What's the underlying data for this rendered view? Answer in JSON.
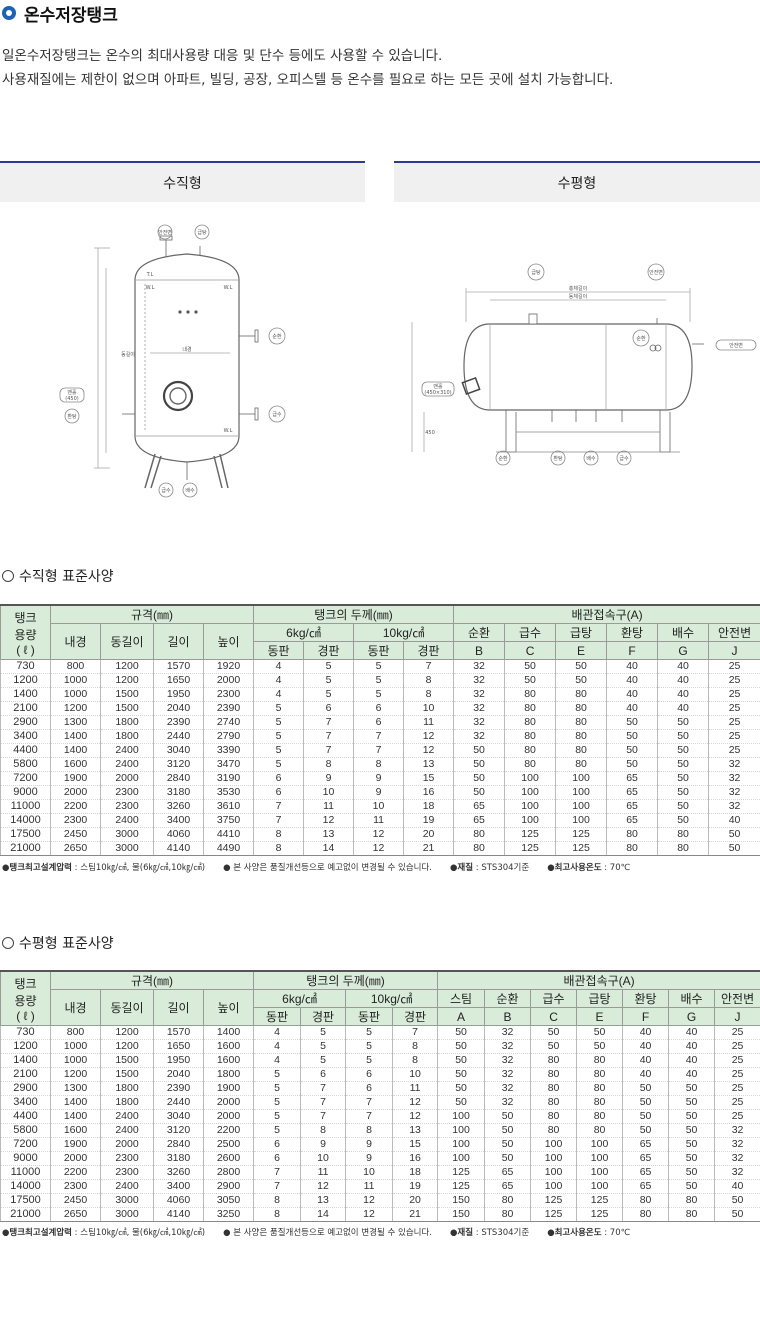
{
  "page": {
    "title": "온수저장탱크",
    "intro": [
      "일온수저장탱크는 온수의 최대사용량 대응 및 단수 등에도 사용할 수 있습니다.",
      "사용재질에는 제한이 없으며 아파트, 빌딩, 공장, 오피스텔 등 온수를 필요로 하는 모든 곳에 설치 가능합니다."
    ]
  },
  "views": {
    "vertical": "수직형",
    "horizontal": "수평형"
  },
  "drawing_labels": {
    "vertical": {
      "top_left": "안전변",
      "top_right": "급탕",
      "side_right_top": "순환",
      "side_right_bottom": "급수",
      "left_manhole": "맨홀",
      "left_manhole_sub": "(450)",
      "left_low": "환탕",
      "bottom_left": "급수",
      "bottom_right": "배수",
      "tl": "T.L",
      "wl": "W.L",
      "diam": "내경",
      "shell": "동길이"
    },
    "horizontal": {
      "top_left": "급탕",
      "top_right": "안전변",
      "right": "안전변",
      "mid": "순환",
      "left_manhole": "맨홀",
      "left_manhole_sub": "(450×310)",
      "bottom_1": "순환",
      "bottom_2": "환탕",
      "bottom_3": "배수",
      "bottom_4": "급수",
      "len_outer": "총체길이",
      "len_inner": "동체길이",
      "leg": "450"
    }
  },
  "vertical_table": {
    "section_title": "수직형 표준사양",
    "headers": {
      "capacity": [
        "탱크",
        "용량",
        "( ℓ )"
      ],
      "spec_group": "규격(㎜)",
      "spec_cols": [
        "내경",
        "동길이",
        "길이",
        "높이"
      ],
      "thick_group": "탱크의 두께(㎜)",
      "thick_6": "6kg/㎠",
      "thick_10": "10kg/㎠",
      "thick_cols": [
        "동판",
        "경판",
        "동판",
        "경판"
      ],
      "pipe_group": "배관접속구(A)",
      "pipe_cols": [
        "순환",
        "급수",
        "급탕",
        "환탕",
        "배수",
        "안전변"
      ],
      "pipe_letters": [
        "B",
        "C",
        "E",
        "F",
        "G",
        "J"
      ]
    },
    "rows": [
      [
        "730",
        "800",
        "1200",
        "1570",
        "1920",
        "4",
        "5",
        "5",
        "7",
        "32",
        "50",
        "50",
        "40",
        "40",
        "25"
      ],
      [
        "1200",
        "1000",
        "1200",
        "1650",
        "2000",
        "4",
        "5",
        "5",
        "8",
        "32",
        "50",
        "50",
        "40",
        "40",
        "25"
      ],
      [
        "1400",
        "1000",
        "1500",
        "1950",
        "2300",
        "4",
        "5",
        "5",
        "8",
        "32",
        "80",
        "80",
        "40",
        "40",
        "25"
      ],
      [
        "2100",
        "1200",
        "1500",
        "2040",
        "2390",
        "5",
        "6",
        "6",
        "10",
        "32",
        "80",
        "80",
        "40",
        "40",
        "25"
      ],
      [
        "2900",
        "1300",
        "1800",
        "2390",
        "2740",
        "5",
        "7",
        "6",
        "11",
        "32",
        "80",
        "80",
        "50",
        "50",
        "25"
      ],
      [
        "3400",
        "1400",
        "1800",
        "2440",
        "2790",
        "5",
        "7",
        "7",
        "12",
        "32",
        "80",
        "80",
        "50",
        "50",
        "25"
      ],
      [
        "4400",
        "1400",
        "2400",
        "3040",
        "3390",
        "5",
        "7",
        "7",
        "12",
        "50",
        "80",
        "80",
        "50",
        "50",
        "25"
      ],
      [
        "5800",
        "1600",
        "2400",
        "3120",
        "3470",
        "5",
        "8",
        "8",
        "13",
        "50",
        "80",
        "80",
        "50",
        "50",
        "32"
      ],
      [
        "7200",
        "1900",
        "2000",
        "2840",
        "3190",
        "6",
        "9",
        "9",
        "15",
        "50",
        "100",
        "100",
        "65",
        "50",
        "32"
      ],
      [
        "9000",
        "2000",
        "2300",
        "3180",
        "3530",
        "6",
        "10",
        "9",
        "16",
        "50",
        "100",
        "100",
        "65",
        "50",
        "32"
      ],
      [
        "11000",
        "2200",
        "2300",
        "3260",
        "3610",
        "7",
        "11",
        "10",
        "18",
        "65",
        "100",
        "100",
        "65",
        "50",
        "32"
      ],
      [
        "14000",
        "2300",
        "2400",
        "3400",
        "3750",
        "7",
        "12",
        "11",
        "19",
        "65",
        "100",
        "100",
        "65",
        "50",
        "40"
      ],
      [
        "17500",
        "2450",
        "3000",
        "4060",
        "4410",
        "8",
        "13",
        "12",
        "20",
        "80",
        "125",
        "125",
        "80",
        "80",
        "50"
      ],
      [
        "21000",
        "2650",
        "3000",
        "4140",
        "4490",
        "8",
        "14",
        "12",
        "21",
        "80",
        "125",
        "125",
        "80",
        "80",
        "50"
      ]
    ],
    "notes": {
      "pressure_label": "●탱크최고설계압력",
      "pressure_value": " : 스팀10㎏/㎠, 물(6㎏/㎠,10㎏/㎠)",
      "change": "● 본 사양은 품질개선등으로 예고없이 변경될 수 있습니다.",
      "material_label": "●재질",
      "material_value": " : STS304기준",
      "temp_label": "●최고사용온도",
      "temp_value": " : 70℃"
    }
  },
  "horizontal_table": {
    "section_title": "수평형 표준사양",
    "headers": {
      "capacity": [
        "탱크",
        "용량",
        "( ℓ )"
      ],
      "spec_group": "규격(㎜)",
      "spec_cols": [
        "내경",
        "동길이",
        "길이",
        "높이"
      ],
      "thick_group": "탱크의 두께(㎜)",
      "thick_6": "6kg/㎠",
      "thick_10": "10kg/㎠",
      "thick_cols": [
        "동판",
        "경판",
        "동판",
        "경판"
      ],
      "pipe_group": "배관접속구(A)",
      "pipe_cols": [
        "스팀",
        "순환",
        "급수",
        "급탕",
        "환탕",
        "배수",
        "안전변"
      ],
      "pipe_letters": [
        "A",
        "B",
        "C",
        "E",
        "F",
        "G",
        "J"
      ]
    },
    "rows": [
      [
        "730",
        "800",
        "1200",
        "1570",
        "1400",
        "4",
        "5",
        "5",
        "7",
        "50",
        "32",
        "50",
        "50",
        "40",
        "40",
        "25"
      ],
      [
        "1200",
        "1000",
        "1200",
        "1650",
        "1600",
        "4",
        "5",
        "5",
        "8",
        "50",
        "32",
        "50",
        "50",
        "40",
        "40",
        "25"
      ],
      [
        "1400",
        "1000",
        "1500",
        "1950",
        "1600",
        "4",
        "5",
        "5",
        "8",
        "50",
        "32",
        "80",
        "80",
        "40",
        "40",
        "25"
      ],
      [
        "2100",
        "1200",
        "1500",
        "2040",
        "1800",
        "5",
        "6",
        "6",
        "10",
        "50",
        "32",
        "80",
        "80",
        "40",
        "40",
        "25"
      ],
      [
        "2900",
        "1300",
        "1800",
        "2390",
        "1900",
        "5",
        "7",
        "6",
        "11",
        "50",
        "32",
        "80",
        "80",
        "50",
        "50",
        "25"
      ],
      [
        "3400",
        "1400",
        "1800",
        "2440",
        "2000",
        "5",
        "7",
        "7",
        "12",
        "50",
        "32",
        "80",
        "80",
        "50",
        "50",
        "25"
      ],
      [
        "4400",
        "1400",
        "2400",
        "3040",
        "2000",
        "5",
        "7",
        "7",
        "12",
        "100",
        "50",
        "80",
        "80",
        "50",
        "50",
        "25"
      ],
      [
        "5800",
        "1600",
        "2400",
        "3120",
        "2200",
        "5",
        "8",
        "8",
        "13",
        "100",
        "50",
        "80",
        "80",
        "50",
        "50",
        "32"
      ],
      [
        "7200",
        "1900",
        "2000",
        "2840",
        "2500",
        "6",
        "9",
        "9",
        "15",
        "100",
        "50",
        "100",
        "100",
        "65",
        "50",
        "32"
      ],
      [
        "9000",
        "2000",
        "2300",
        "3180",
        "2600",
        "6",
        "10",
        "9",
        "16",
        "100",
        "50",
        "100",
        "100",
        "65",
        "50",
        "32"
      ],
      [
        "11000",
        "2200",
        "2300",
        "3260",
        "2800",
        "7",
        "11",
        "10",
        "18",
        "125",
        "65",
        "100",
        "100",
        "65",
        "50",
        "32"
      ],
      [
        "14000",
        "2300",
        "2400",
        "3400",
        "2900",
        "7",
        "12",
        "11",
        "19",
        "125",
        "65",
        "100",
        "100",
        "65",
        "50",
        "40"
      ],
      [
        "17500",
        "2450",
        "3000",
        "4060",
        "3050",
        "8",
        "13",
        "12",
        "20",
        "150",
        "80",
        "125",
        "125",
        "80",
        "80",
        "50"
      ],
      [
        "21000",
        "2650",
        "3000",
        "4140",
        "3250",
        "8",
        "14",
        "12",
        "21",
        "150",
        "80",
        "125",
        "125",
        "80",
        "80",
        "50"
      ]
    ],
    "notes": {
      "pressure_label": "●탱크최고설계압력",
      "pressure_value": " : 스팀10㎏/㎠, 물(6㎏/㎠,10㎏/㎠)",
      "change": "● 본 사양은 품질개선등으로 예고없이 변경될 수 있습니다.",
      "material_label": "●재질",
      "material_value": " : STS304기준",
      "temp_label": "●최고사용온도",
      "temp_value": " : 70℃"
    }
  }
}
